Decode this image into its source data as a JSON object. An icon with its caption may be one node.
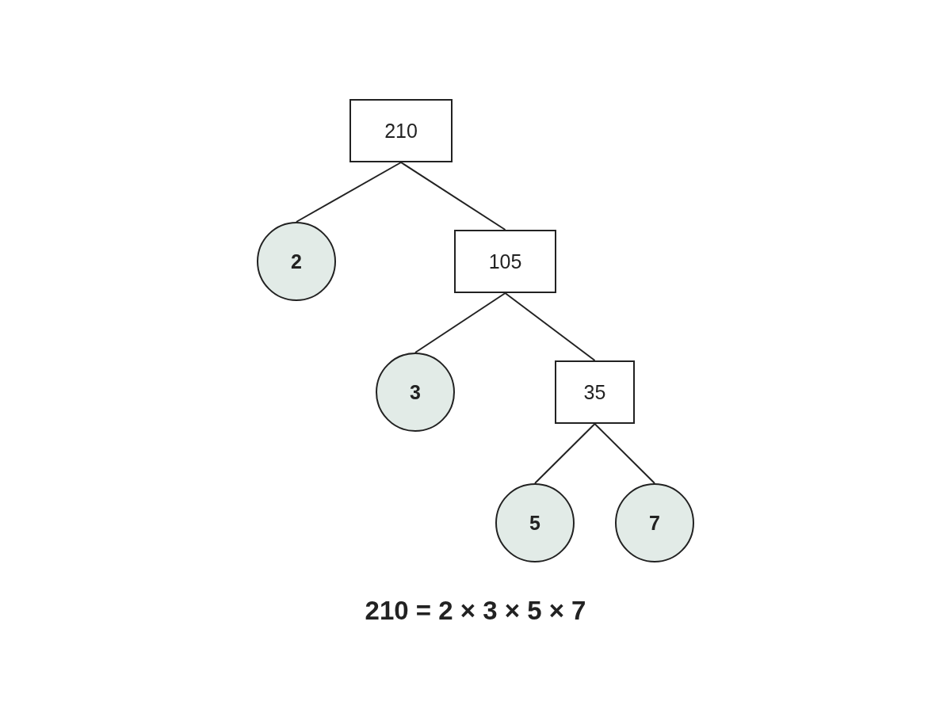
{
  "diagram": {
    "nodes": [
      {
        "text": [
          "210"
        ]
      },
      {
        "text": [
          "2"
        ]
      },
      {
        "text": [
          "105"
        ]
      },
      {
        "text": [
          "3"
        ]
      },
      {
        "text": [
          "35"
        ]
      },
      {
        "text": [
          "5"
        ]
      },
      {
        "text": [
          "7"
        ]
      }
    ],
    "edges": [
      {
        "from": 0,
        "to": 1,
        "arrow": "none"
      },
      {
        "from": 0,
        "to": 2,
        "arrow": "none"
      },
      {
        "from": 2,
        "to": 3,
        "arrow": "none"
      },
      {
        "from": 2,
        "to": 4,
        "arrow": "none"
      },
      {
        "from": 4,
        "to": 5,
        "arrow": "none"
      },
      {
        "from": 4,
        "to": 6,
        "arrow": "none"
      }
    ],
    "caption": "210 = 2 × 3 × 5 × 7"
  }
}
